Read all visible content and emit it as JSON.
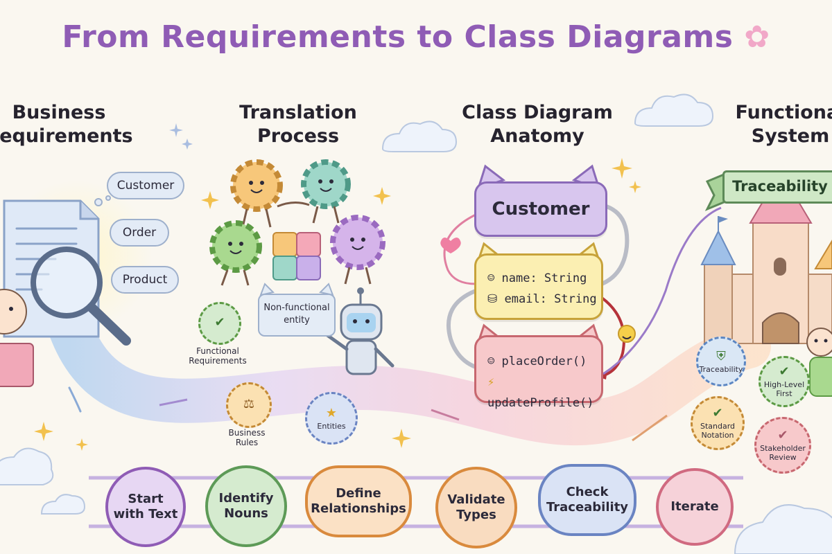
{
  "title": "From Requirements to Class Diagrams",
  "title_icon": "flower-icon",
  "columns": {
    "business": "Business\nRequirements",
    "translation": "Translation\nProcess",
    "anatomy": "Class Diagram\nAnatomy",
    "system": "Functional\nSystem"
  },
  "nouns": [
    "Customer",
    "Order",
    "Product"
  ],
  "translation_badges": {
    "functional": "Functional\nRequirements",
    "rules": "Business\nRules",
    "entities": "Entities"
  },
  "robot_note": "Non-functional\nentity",
  "class_diagram": {
    "name": "Customer",
    "attributes": [
      "name: String",
      "email: String"
    ],
    "methods": [
      "placeOrder()",
      "updateProfile()"
    ]
  },
  "system_banner": "Traceability",
  "system_badges": {
    "traceability": "Traceability",
    "high_level": "High-Level\nFirst",
    "standard": "Standard\nNotation",
    "stakeholder": "Stakeholder\nReview"
  },
  "steps": [
    {
      "label": "Start\nwith Text",
      "color": "#8f5cb5",
      "fill": "#e7d7f3"
    },
    {
      "label": "Identify\nNouns",
      "color": "#5d9a57",
      "fill": "#d5ebcf"
    },
    {
      "label": "Define\nRelationships",
      "color": "#d98a3d",
      "fill": "#fbe1c5"
    },
    {
      "label": "Validate\nTypes",
      "color": "#d98a3d",
      "fill": "#f9dcc0"
    },
    {
      "label": "Check\nTraceability",
      "color": "#6a84c2",
      "fill": "#dae3f5"
    },
    {
      "label": "Iterate",
      "color": "#d06a80",
      "fill": "#f6d2d9"
    }
  ],
  "colors": {
    "title": "#8f5cb5",
    "class_header": "#d8c6ee",
    "attributes": "#fbefb2",
    "methods": "#f7c9cb"
  }
}
